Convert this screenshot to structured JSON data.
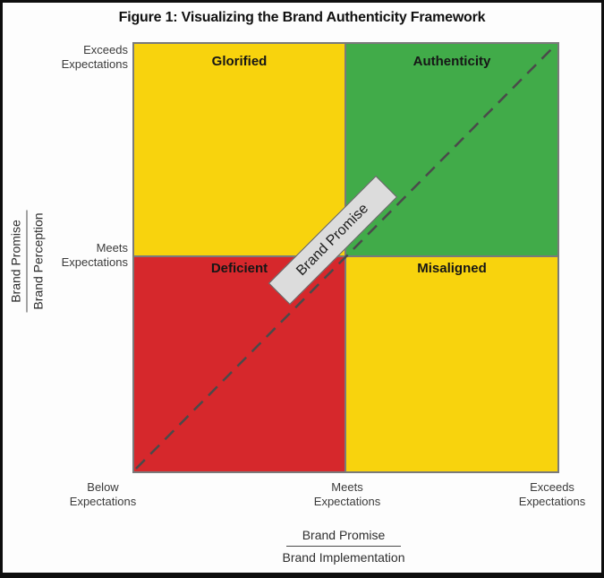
{
  "figure": {
    "title": "Figure 1: Visualizing the Brand Authenticity Framework"
  },
  "diagram": {
    "type": "quadrant-matrix",
    "quadrants": {
      "top_left": {
        "label": "Glorified",
        "color": "#F8D30D"
      },
      "top_right": {
        "label": "Authenticity",
        "color": "#41AB49"
      },
      "bottom_left": {
        "label": "Deficient",
        "color": "#D6282C"
      },
      "bottom_right": {
        "label": "Misaligned",
        "color": "#F8D30D"
      }
    },
    "diagonal": {
      "label": "Brand Promise",
      "line_style": "dashed",
      "direction": "bottom-left to top-right",
      "line_color": "#4a4a4a",
      "label_box_fill": "#DCDCDC"
    },
    "grid_line_color": "#7a7a7a"
  },
  "y_axis": {
    "title_numerator": "Brand Promise",
    "title_denominator": "Brand Perception",
    "tick_top": "Exceeds\nExpectations",
    "tick_middle": "Meets\nExpectations"
  },
  "x_axis": {
    "title_numerator": "Brand Promise",
    "title_denominator": "Brand Implementation",
    "tick_left": "Below\nExpectations",
    "tick_middle": "Meets\nExpectations",
    "tick_right": "Exceeds\nExpectations"
  }
}
